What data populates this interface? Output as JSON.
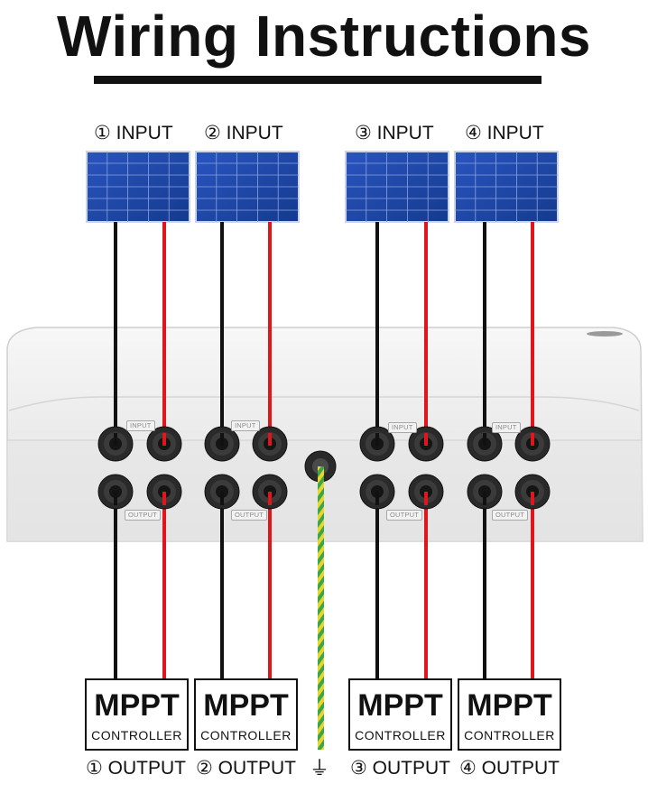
{
  "title": "Wiring Instructions",
  "inputs": [
    {
      "num": "①",
      "label": "INPUT"
    },
    {
      "num": "②",
      "label": "INPUT"
    },
    {
      "num": "③",
      "label": "INPUT"
    },
    {
      "num": "④",
      "label": "INPUT"
    }
  ],
  "outputs": [
    {
      "num": "①",
      "label": "OUTPUT"
    },
    {
      "num": "②",
      "label": "OUTPUT"
    },
    {
      "num": "③",
      "label": "OUTPUT"
    },
    {
      "num": "④",
      "label": "OUTPUT"
    }
  ],
  "controllers": [
    {
      "title": "MPPT",
      "subtitle": "CONTROLLER"
    },
    {
      "title": "MPPT",
      "subtitle": "CONTROLLER"
    },
    {
      "title": "MPPT",
      "subtitle": "CONTROLLER"
    },
    {
      "title": "MPPT",
      "subtitle": "CONTROLLER"
    }
  ],
  "box_tags": {
    "input": "INPUT",
    "output": "OUTPUT"
  },
  "ground_symbol": "⏚",
  "colors": {
    "wire_negative": "#111111",
    "wire_positive": "#e0161c",
    "ground_green": "#3aa64a",
    "ground_yellow": "#e8d62a",
    "panel_blue": "#1a3f9e",
    "box_body": "#ececec"
  }
}
